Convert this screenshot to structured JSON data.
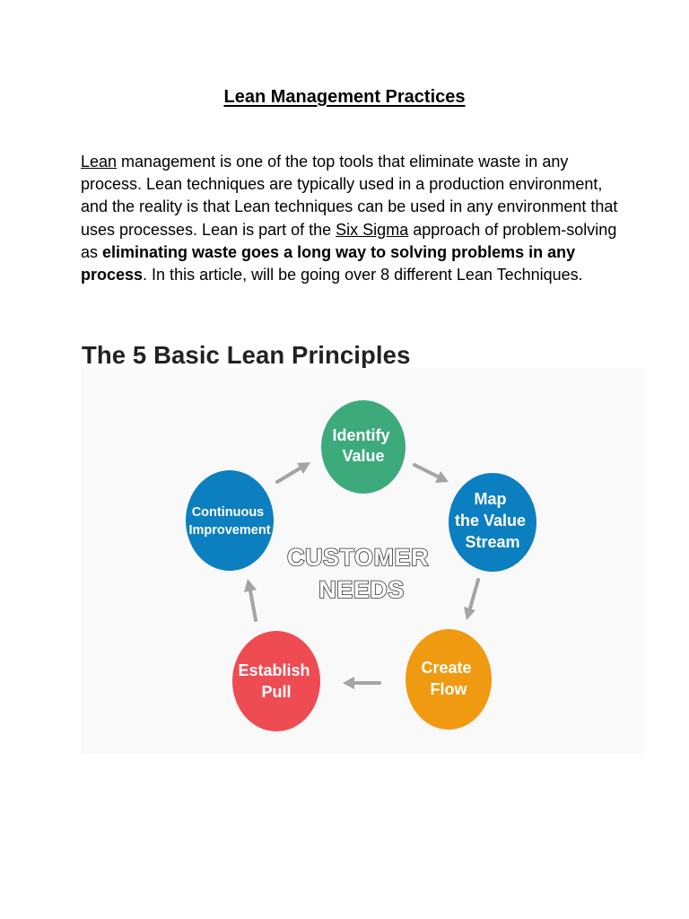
{
  "document": {
    "title": "Lean Management Practices",
    "intro": {
      "part1": "Lean",
      "part2": " management is one of the top tools that eliminate waste in any process. Lean techniques are typically used in a production environment, and the reality is that Lean techniques can be used in any environment that uses processes. Lean is part of the ",
      "link": "Six Sigma",
      "part3": " approach of problem-solving as ",
      "bold": "eliminating waste goes a long way to solving problems in any process",
      "part4": ". In this article, will be going over 8 different Lean Techniques."
    }
  },
  "figure": {
    "title": "The 5 Basic Lean Principles",
    "center": {
      "line1": "CUSTOMER",
      "line2": "NEEDS"
    },
    "nodes": [
      {
        "id": "identify-value",
        "lines": [
          "Identify",
          "Value"
        ],
        "color": "#3daa7c"
      },
      {
        "id": "map-value-stream",
        "lines": [
          "Map",
          "the Value",
          "Stream"
        ],
        "color": "#0b7fbf"
      },
      {
        "id": "create-flow",
        "lines": [
          "Create",
          "Flow"
        ],
        "color": "#f09a12"
      },
      {
        "id": "establish-pull",
        "lines": [
          "Establish",
          "Pull"
        ],
        "color": "#ef4b52"
      },
      {
        "id": "continuous-improvement",
        "lines": [
          "Continuous",
          "Improvement"
        ],
        "color": "#0b7fbf"
      }
    ],
    "arrow_color": "#a4a4a4"
  }
}
